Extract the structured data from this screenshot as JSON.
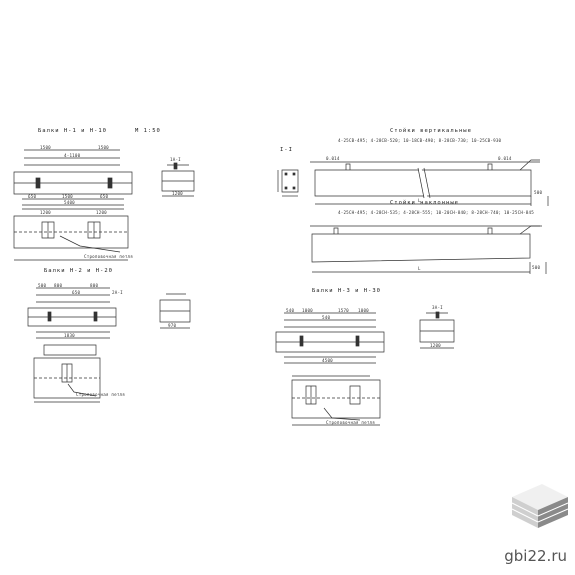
{
  "titles": {
    "beams_1": "Балки Н-1 и Н-10",
    "scale": "М 1:50",
    "beams_2": "Балки Н-2 и Н-20",
    "beams_3": "Балки Н-3 и Н-30",
    "section": "I-I",
    "posts_vertical": "Стойки вертикальные",
    "posts_vertical_list": "4-25СВ-495; 4-28СВ-520; 10-18СВ-490; 8-28СВ-730; 10-25СВ-930",
    "posts_inclined": "Стойки наклонные",
    "posts_inclined_list": "4-25СН-495; 4-28СН-535; 4-28СН-555; 10-20СН-840; 8-28СН-740; 10-25СН-845"
  },
  "notes": {
    "sling_loop_1": "Строповочная петля",
    "sling_loop_2": "Строповочная петля",
    "sling_loop_3": "Строповочная петля"
  },
  "dims": {
    "b1_top": [
      "1500",
      "1500",
      "4-1100"
    ],
    "b1_mid": [
      "650",
      "1500",
      "650"
    ],
    "b1_total": "5400",
    "b1_sec": "1200",
    "b1_plan": [
      "1200",
      "1200"
    ],
    "b2_top": [
      "500",
      "800",
      "650",
      "800"
    ],
    "b2_total": "1830",
    "b2_sec": "970",
    "b3_top": [
      "540",
      "1000",
      "540",
      "1570",
      "1000"
    ],
    "b3_total": "4500",
    "b3_sec": "1200",
    "post_mark_1": "0.014",
    "post_mark_2": "0.014",
    "post_len": "L",
    "post_end": "500",
    "cut_1": "1А-I",
    "cut_2": "2А-I",
    "cut_3": "3А-I"
  },
  "watermark": {
    "text": "gbi22.ru",
    "colors": {
      "light": "#f0f0f0",
      "mid": "#cfcfcf",
      "dark": "#8a8a8a"
    }
  }
}
